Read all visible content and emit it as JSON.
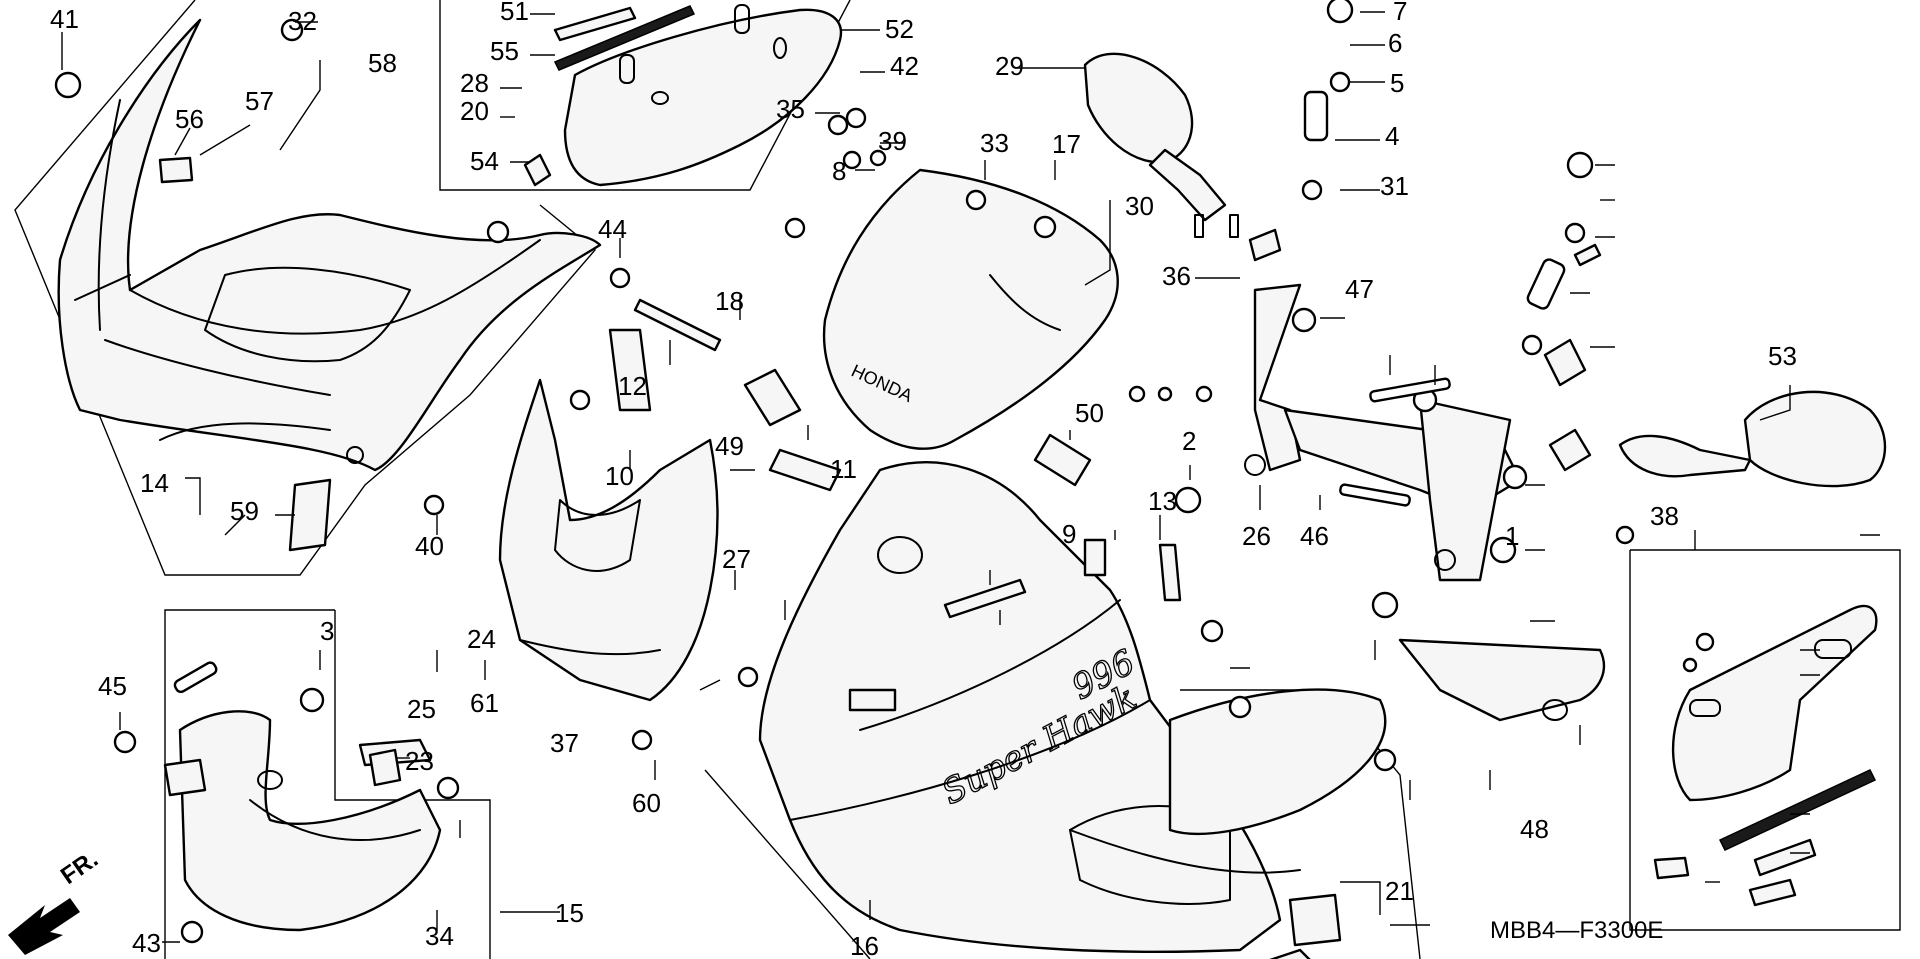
{
  "diagram": {
    "code": "MBB4—F3300E",
    "direction_label": "FR.",
    "decals": {
      "model_script": "Super Hawk",
      "model_number": "996",
      "brand": "HONDA"
    },
    "callouts": [
      "41",
      "32",
      "58",
      "57",
      "56",
      "14",
      "59",
      "40",
      "51",
      "55",
      "28",
      "20",
      "54",
      "52",
      "42",
      "35",
      "39",
      "8",
      "44",
      "18",
      "12",
      "10",
      "49",
      "11",
      "29",
      "33",
      "17",
      "30",
      "36",
      "47",
      "26",
      "46",
      "7",
      "6",
      "5",
      "4",
      "31",
      "53",
      "38",
      "1",
      "2",
      "13",
      "50",
      "9",
      "37",
      "27",
      "3",
      "24",
      "25",
      "61",
      "23",
      "15",
      "34",
      "45",
      "43",
      "60",
      "16",
      "21",
      "48"
    ]
  }
}
